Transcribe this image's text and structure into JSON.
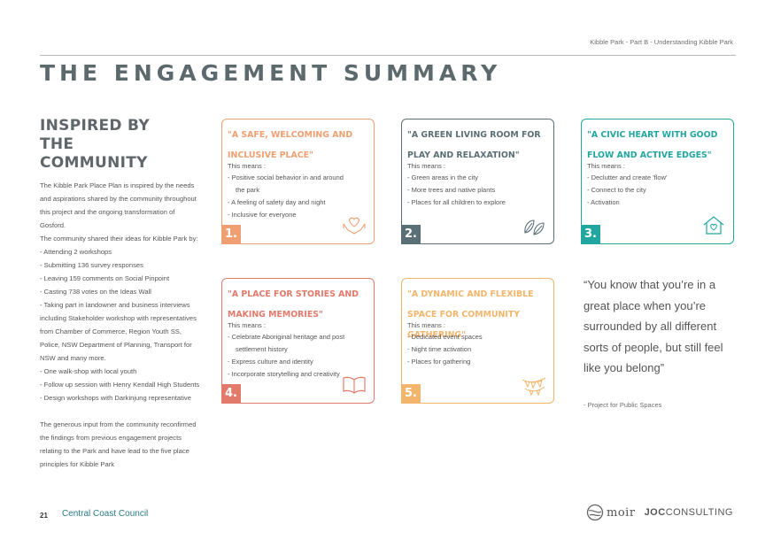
{
  "header": {
    "meta": "Kibble Park - Part B - Understanding Kibble Park",
    "title": "THE ENGAGEMENT SUMMARY"
  },
  "left": {
    "heading": "INSPIRED BY THE COMMUNITY",
    "intro": "The Kibble Park Place Plan is inspired by the needs and aspirations shared by the community throughout this project and the ongoing transformation of Gosford.",
    "lead": "The community shared their ideas for Kibble Park by:",
    "bullets": [
      "Attending 2 workshops",
      "Submitting 136 survey responses",
      "Leaving 159 comments on Social Pinpoint",
      "Casting 738 votes on the Ideas Wall",
      "Taking part in landowner and business interviews including Stakeholder workshop with representatives from Chamber of Commerce, Region Youth SS, Police, NSW Department of Planning, Transport for NSW and many more.",
      "One walk-shop with local youth",
      "Follow up session with Henry Kendall High Students",
      "Design workshops with Darkinjung representative"
    ],
    "closing": "The generous input from the community reconfirmed the findings from previous engagement projects relating to the Park and have lead to the five place principles for Kibble Park"
  },
  "means_label": "This means :",
  "cards": [
    {
      "number": "1.",
      "title": "\"A SAFE, WELCOMING AND INCLUSIVE PLACE\"",
      "items": [
        "Positive social behavior in and around the park",
        "A feeling of safety day and night",
        "Inclusive for everyone"
      ],
      "icon": "hands-heart-icon",
      "color": "#ef9f72"
    },
    {
      "number": "2.",
      "title": "\"A GREEN LIVING ROOM FOR PLAY AND RELAXATION\"",
      "items": [
        "Green areas in the city",
        "More trees and native plants",
        "Places for all children to explore"
      ],
      "icon": "leaves-icon",
      "color": "#5b7076"
    },
    {
      "number": "3.",
      "title": "\"A CIVIC HEART WITH GOOD FLOW AND ACTIVE EDGES\"",
      "items": [
        "Declutter and create 'flow'",
        "Connect to the city",
        "Activation"
      ],
      "icon": "house-heart-icon",
      "color": "#22a7a0"
    },
    {
      "number": "4.",
      "title": "\"A PLACE FOR STORIES AND MAKING MEMORIES\"",
      "items": [
        "Celebrate Aboriginal heritage and post settlement history",
        "Express culture and identity",
        "Incorporate storytelling and creativity"
      ],
      "icon": "open-book-icon",
      "color": "#e27a6c"
    },
    {
      "number": "5.",
      "title": "\"A DYNAMIC AND FLEXIBLE SPACE FOR COMMUNITY GATHERING\"",
      "items": [
        "Dedicated event spaces",
        "Night time activation",
        "Places for gathering"
      ],
      "icon": "bunting-icon",
      "color": "#f3b56b"
    }
  ],
  "quote": {
    "text": "“You know that you’re in a great place when you’re surrounded by all different sorts of people, but still feel like you belong”",
    "source": "- Project for Public Spaces"
  },
  "footer": {
    "page_number": "21",
    "council": "Central Coast Council",
    "logo_moir": "moir",
    "logo_joc_bold": "JOC",
    "logo_joc_rest": "CONSULTING"
  }
}
